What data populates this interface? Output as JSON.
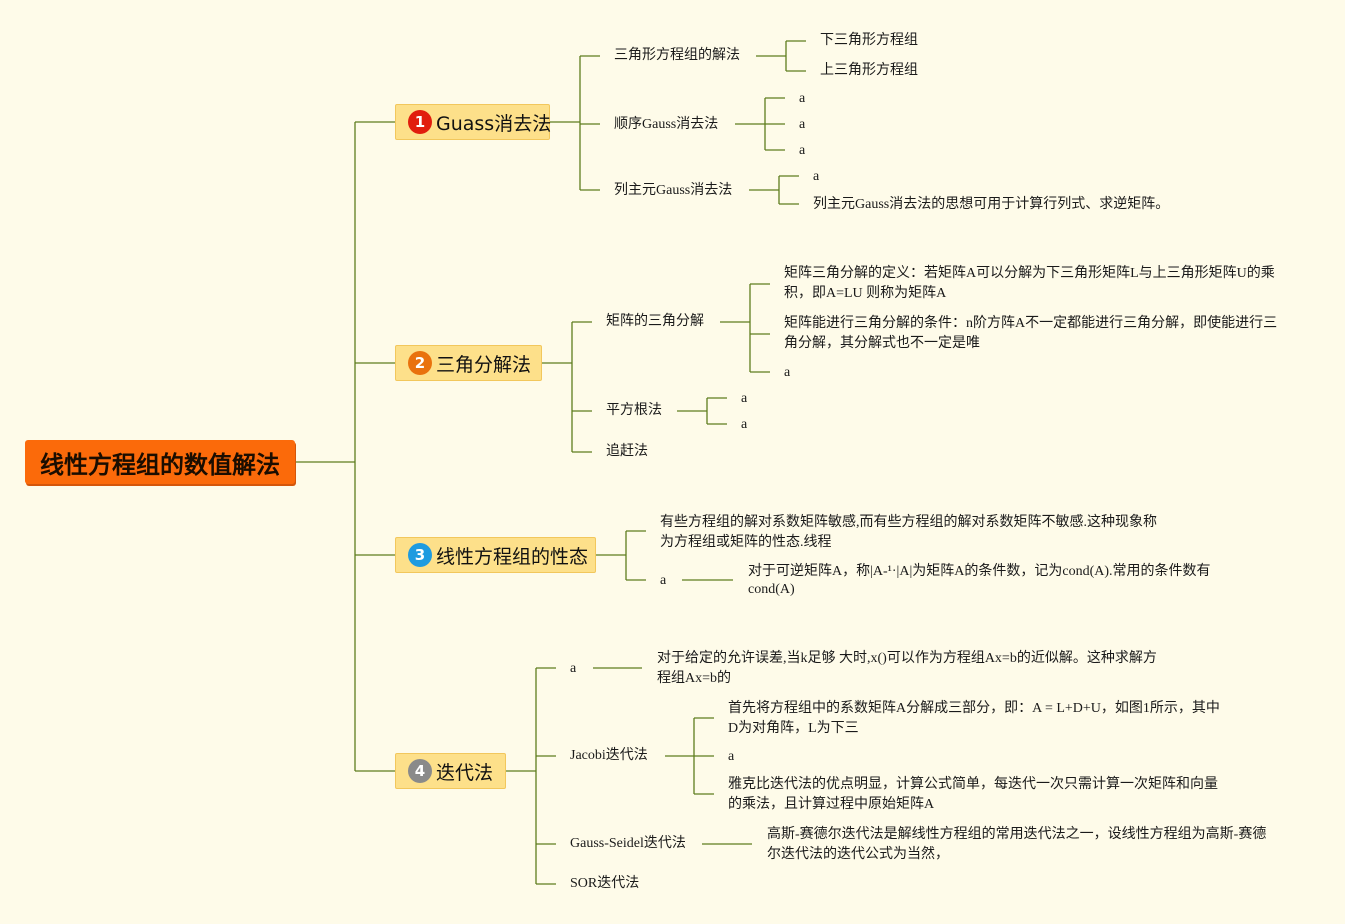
{
  "root": {
    "title": "线性方程组的数值解法"
  },
  "branches": [
    {
      "badge": "1",
      "badge_color": "#e11d0d",
      "label": "Guass消去法",
      "children": [
        {
          "label": "三角形方程组的解法",
          "children": [
            "下三角形方程组",
            "上三角形方程组"
          ]
        },
        {
          "label": "顺序Gauss消去法",
          "children": [
            "a",
            "a",
            "a"
          ]
        },
        {
          "label": "列主元Gauss消去法",
          "children": [
            "a",
            "列主元Gauss消去法的思想可用于计算行列式、求逆矩阵。"
          ]
        }
      ]
    },
    {
      "badge": "2",
      "badge_color": "#e9720d",
      "label": "三角分解法",
      "children": [
        {
          "label": "矩阵的三角分解",
          "children": [
            "矩阵三角分解的定义：若矩阵A可以分解为下三角形矩阵L与上三角形矩阵U的乘积，即A=LU 则称为矩阵A",
            "矩阵能进行三角分解的条件：n阶方阵A不一定都能进行三角分解，即使能进行三角分解，其分解式也不一定是唯",
            "a"
          ]
        },
        {
          "label": "平方根法",
          "children": [
            "a",
            "a"
          ]
        },
        {
          "label": "追赶法",
          "children": []
        }
      ]
    },
    {
      "badge": "3",
      "badge_color": "#1e9be0",
      "label": "线性方程组的性态",
      "children": [
        {
          "label": "有些方程组的解对系数矩阵敏感,而有些方程组的解对系数矩阵不敏感.这种现象称为方程组或矩阵的性态.线程",
          "children": []
        },
        {
          "label": "a",
          "children": [
            "对于可逆矩阵A，称|A-¹·|A|为矩阵A的条件数，记为cond(A).常用的条件数有cond(A)"
          ]
        }
      ]
    },
    {
      "badge": "4",
      "badge_color": "#8a8a8a",
      "label": "迭代法",
      "children": [
        {
          "label": "a",
          "children": [
            "对于给定的允许误差,当k足够 大时,x()可以作为方程组Ax=b的近似解。这种求解方程组Ax=b的"
          ]
        },
        {
          "label": "Jacobi迭代法",
          "children": [
            "首先将方程组中的系数矩阵A分解成三部分，即：A = L+D+U，如图1所示，其中D为对角阵，L为下三",
            "a",
            "雅克比迭代法的优点明显，计算公式简单，每迭代一次只需计算一次矩阵和向量的乘法，且计算过程中原始矩阵A"
          ]
        },
        {
          "label": "Gauss-Seidel迭代法",
          "children": [
            "高斯-赛德尔迭代法是解线性方程组的常用迭代法之一，设线性方程组为高斯-赛德尔迭代法的迭代公式为当然，"
          ]
        },
        {
          "label": "SOR迭代法",
          "children": []
        }
      ]
    }
  ],
  "colors": {
    "line": "#5e7d1e",
    "root_bg": "#fb6a0a",
    "main_bg": "#fde08a",
    "background": "#fefbe9"
  }
}
